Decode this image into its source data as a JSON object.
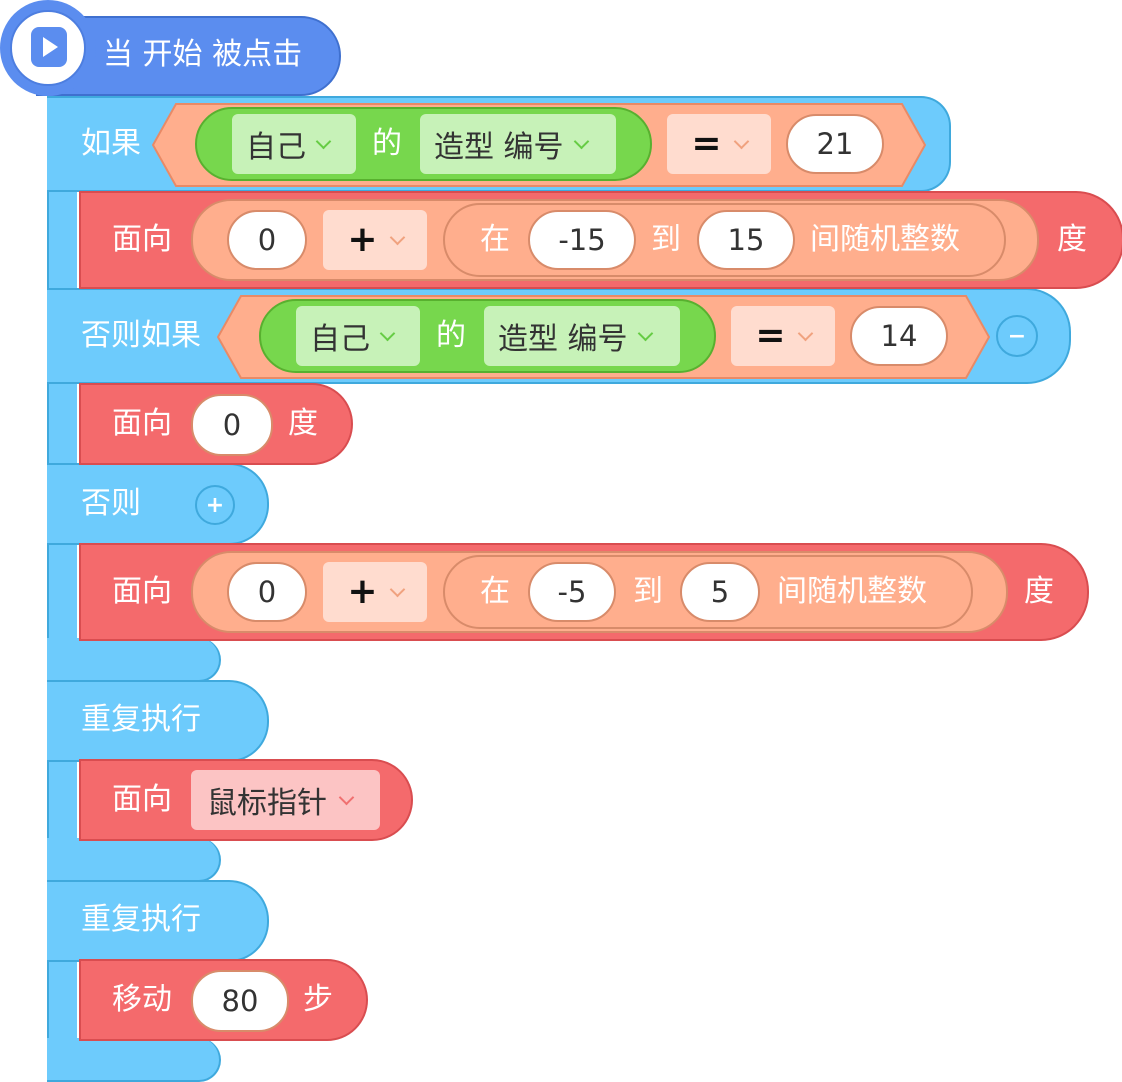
{
  "hat": {
    "label": "当 开始 被点击"
  },
  "if_block": {
    "if_label": "如果",
    "elseif_label": "否则如果",
    "else_label": "否则"
  },
  "cond1": {
    "target": "自己",
    "of": "的",
    "prop": "造型 编号",
    "op": "=",
    "value": "21"
  },
  "cond2": {
    "target": "自己",
    "of": "的",
    "prop": "造型 编号",
    "op": "=",
    "value": "14"
  },
  "face1": {
    "label": "面向",
    "base": "0",
    "op": "+",
    "in": "在",
    "from": "-15",
    "to_label": "到",
    "to": "15",
    "suffix": "间随机整数",
    "unit": "度"
  },
  "face2": {
    "label": "面向",
    "value": "0",
    "unit": "度"
  },
  "face3": {
    "label": "面向",
    "base": "0",
    "op": "+",
    "in": "在",
    "from": "-5",
    "to_label": "到",
    "to": "5",
    "suffix": "间随机整数",
    "unit": "度"
  },
  "loop1": {
    "label": "重复执行",
    "face_label": "面向",
    "target": "鼠标指针"
  },
  "loop2": {
    "label": "重复执行",
    "move_label": "移动",
    "steps": "80",
    "unit": "步"
  },
  "buttons": {
    "remove": "−",
    "add": "+"
  },
  "colors": {
    "event": "#5b8def",
    "control": "#6dcbfc",
    "motion": "#f46a6c",
    "operator": "#ffae8d",
    "sensing": "#77d74d"
  }
}
